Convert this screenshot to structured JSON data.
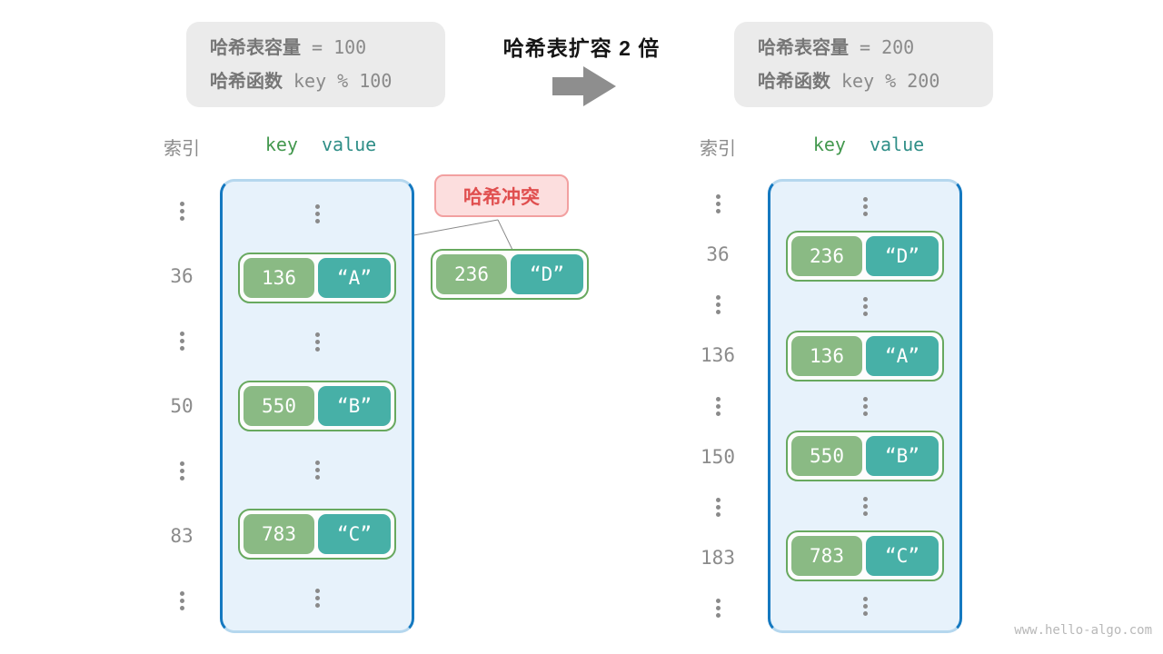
{
  "top": {
    "before_box": {
      "line1_label": "哈希表容量",
      "line1_value": "= 100",
      "line2_label": "哈希函数",
      "line2_value": "key % 100"
    },
    "title": "哈希表扩容 2 倍",
    "arrow_icon": "right-block-arrow",
    "after_box": {
      "line1_label": "哈希表容量",
      "line1_value": "= 200",
      "line2_label": "哈希函数",
      "line2_value": "key % 200"
    }
  },
  "collision": {
    "label": "哈希冲突",
    "pair": {
      "key": "236",
      "value": "“D”"
    }
  },
  "tables": {
    "before": {
      "index_header": "索引",
      "key_header": "key",
      "value_header": "value",
      "rows": [
        {
          "type": "dots"
        },
        {
          "type": "pair",
          "index": "36",
          "key": "136",
          "value": "“A”"
        },
        {
          "type": "dots"
        },
        {
          "type": "pair",
          "index": "50",
          "key": "550",
          "value": "“B”"
        },
        {
          "type": "dots"
        },
        {
          "type": "pair",
          "index": "83",
          "key": "783",
          "value": "“C”"
        },
        {
          "type": "dots"
        }
      ]
    },
    "after": {
      "index_header": "索引",
      "key_header": "key",
      "value_header": "value",
      "rows": [
        {
          "type": "dots"
        },
        {
          "type": "pair",
          "index": "36",
          "key": "236",
          "value": "“D”"
        },
        {
          "type": "dots"
        },
        {
          "type": "pair",
          "index": "136",
          "key": "136",
          "value": "“A”"
        },
        {
          "type": "dots"
        },
        {
          "type": "pair",
          "index": "150",
          "key": "550",
          "value": "“B”"
        },
        {
          "type": "dots"
        },
        {
          "type": "pair",
          "index": "183",
          "key": "783",
          "value": "“C”"
        },
        {
          "type": "dots"
        }
      ]
    }
  },
  "watermark": "www.hello-algo.com",
  "colors": {
    "bucket_border": "#1579c0",
    "bucket_bg": "#e7f2fb",
    "pair_border": "#68a95f",
    "key_green": "#8aba84",
    "value_teal": "#47b0a7",
    "collision_text": "#e04f4f",
    "collision_bg": "#fcdede",
    "collision_border": "#f2a0a0",
    "info_box_bg": "#ebebeb",
    "gray_text": "#8a8a8a",
    "arrow_gray": "#8e8e8e",
    "key_header_green": "#43984e",
    "value_header_teal": "#2f8e87"
  }
}
